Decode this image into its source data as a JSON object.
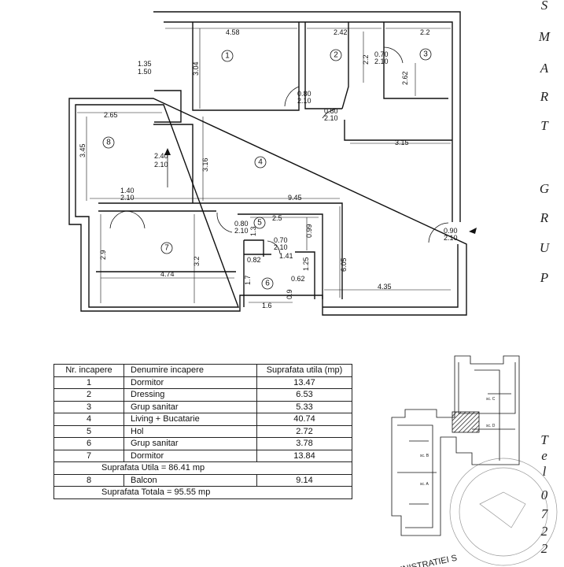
{
  "plan": {
    "rooms": [
      "1",
      "2",
      "3",
      "4",
      "5",
      "6",
      "7",
      "8"
    ],
    "dimensions": [
      "4.58",
      "2.42",
      "2.2",
      "3.04",
      "2.2",
      "2.62",
      "2.65",
      "3.45",
      "2.40",
      "2.10",
      "3.16",
      "3.15",
      "9.45",
      "2.5",
      "0.99",
      "6.05",
      "2.9",
      "3.2",
      "4.74",
      "1.3",
      "1.41",
      "1.25",
      "0.82",
      "0.62",
      "1.7",
      "0.9",
      "1.6",
      "4.35"
    ],
    "doors": [
      {
        "w": "1.35",
        "h": "1.50"
      },
      {
        "w": "0.70",
        "h": "2.10"
      },
      {
        "w": "0.80",
        "h": "2.10"
      },
      {
        "w": "0.80",
        "h": "2.10"
      },
      {
        "w": "1.40",
        "h": "2.10"
      },
      {
        "w": "0.80",
        "h": "2.10"
      },
      {
        "w": "0.70",
        "h": "2.10"
      },
      {
        "w": "0.90",
        "h": "2.10"
      }
    ]
  },
  "side_text": [
    "S",
    "M",
    "A",
    "R",
    "T",
    "G",
    "R",
    "U",
    "P",
    "T",
    "e",
    "l",
    "0",
    "7",
    "2",
    "2"
  ],
  "table": {
    "headers": [
      "Nr. incapere",
      "Denumire incapere",
      "Suprafata utila (mp)"
    ],
    "rows": [
      [
        "1",
        "Dormitor",
        "13.47"
      ],
      [
        "2",
        "Dressing",
        "6.53"
      ],
      [
        "3",
        "Grup sanitar",
        "5.33"
      ],
      [
        "4",
        "Living + Bucatarie",
        "40.74"
      ],
      [
        "5",
        "Hol",
        "2.72"
      ],
      [
        "6",
        "Grup sanitar",
        "3.78"
      ],
      [
        "7",
        "Dormitor",
        "13.84"
      ]
    ],
    "util_total": "Suprafata Utila  =  86.41 mp",
    "balcony_row": [
      "8",
      "Balcon",
      "9.14"
    ],
    "grand_total": "Suprafata Totala  =  95.55 mp"
  },
  "key_plan": {
    "sections": [
      "sc. C",
      "sc. D",
      "sc. B",
      "sc. A"
    ]
  },
  "stamp": {
    "text": "INISTRATIEI S"
  }
}
